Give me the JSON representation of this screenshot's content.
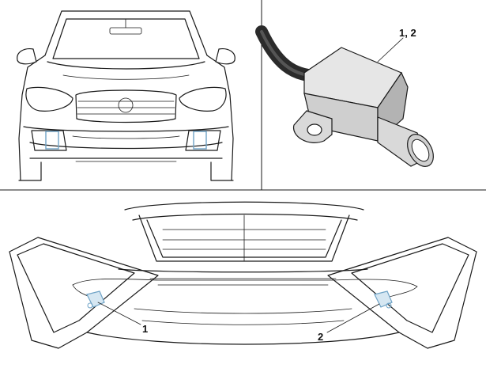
{
  "callouts": {
    "sensor_detail": "1, 2",
    "left_sensor": "1",
    "right_sensor": "2"
  },
  "colors": {
    "line": "#1a1a1a",
    "sensor_highlight": "#6fa3c6",
    "sensor_body": "#d9d9d9",
    "sensor_body_shade": "#b3b3b3",
    "cable": "#2b2b2b"
  }
}
